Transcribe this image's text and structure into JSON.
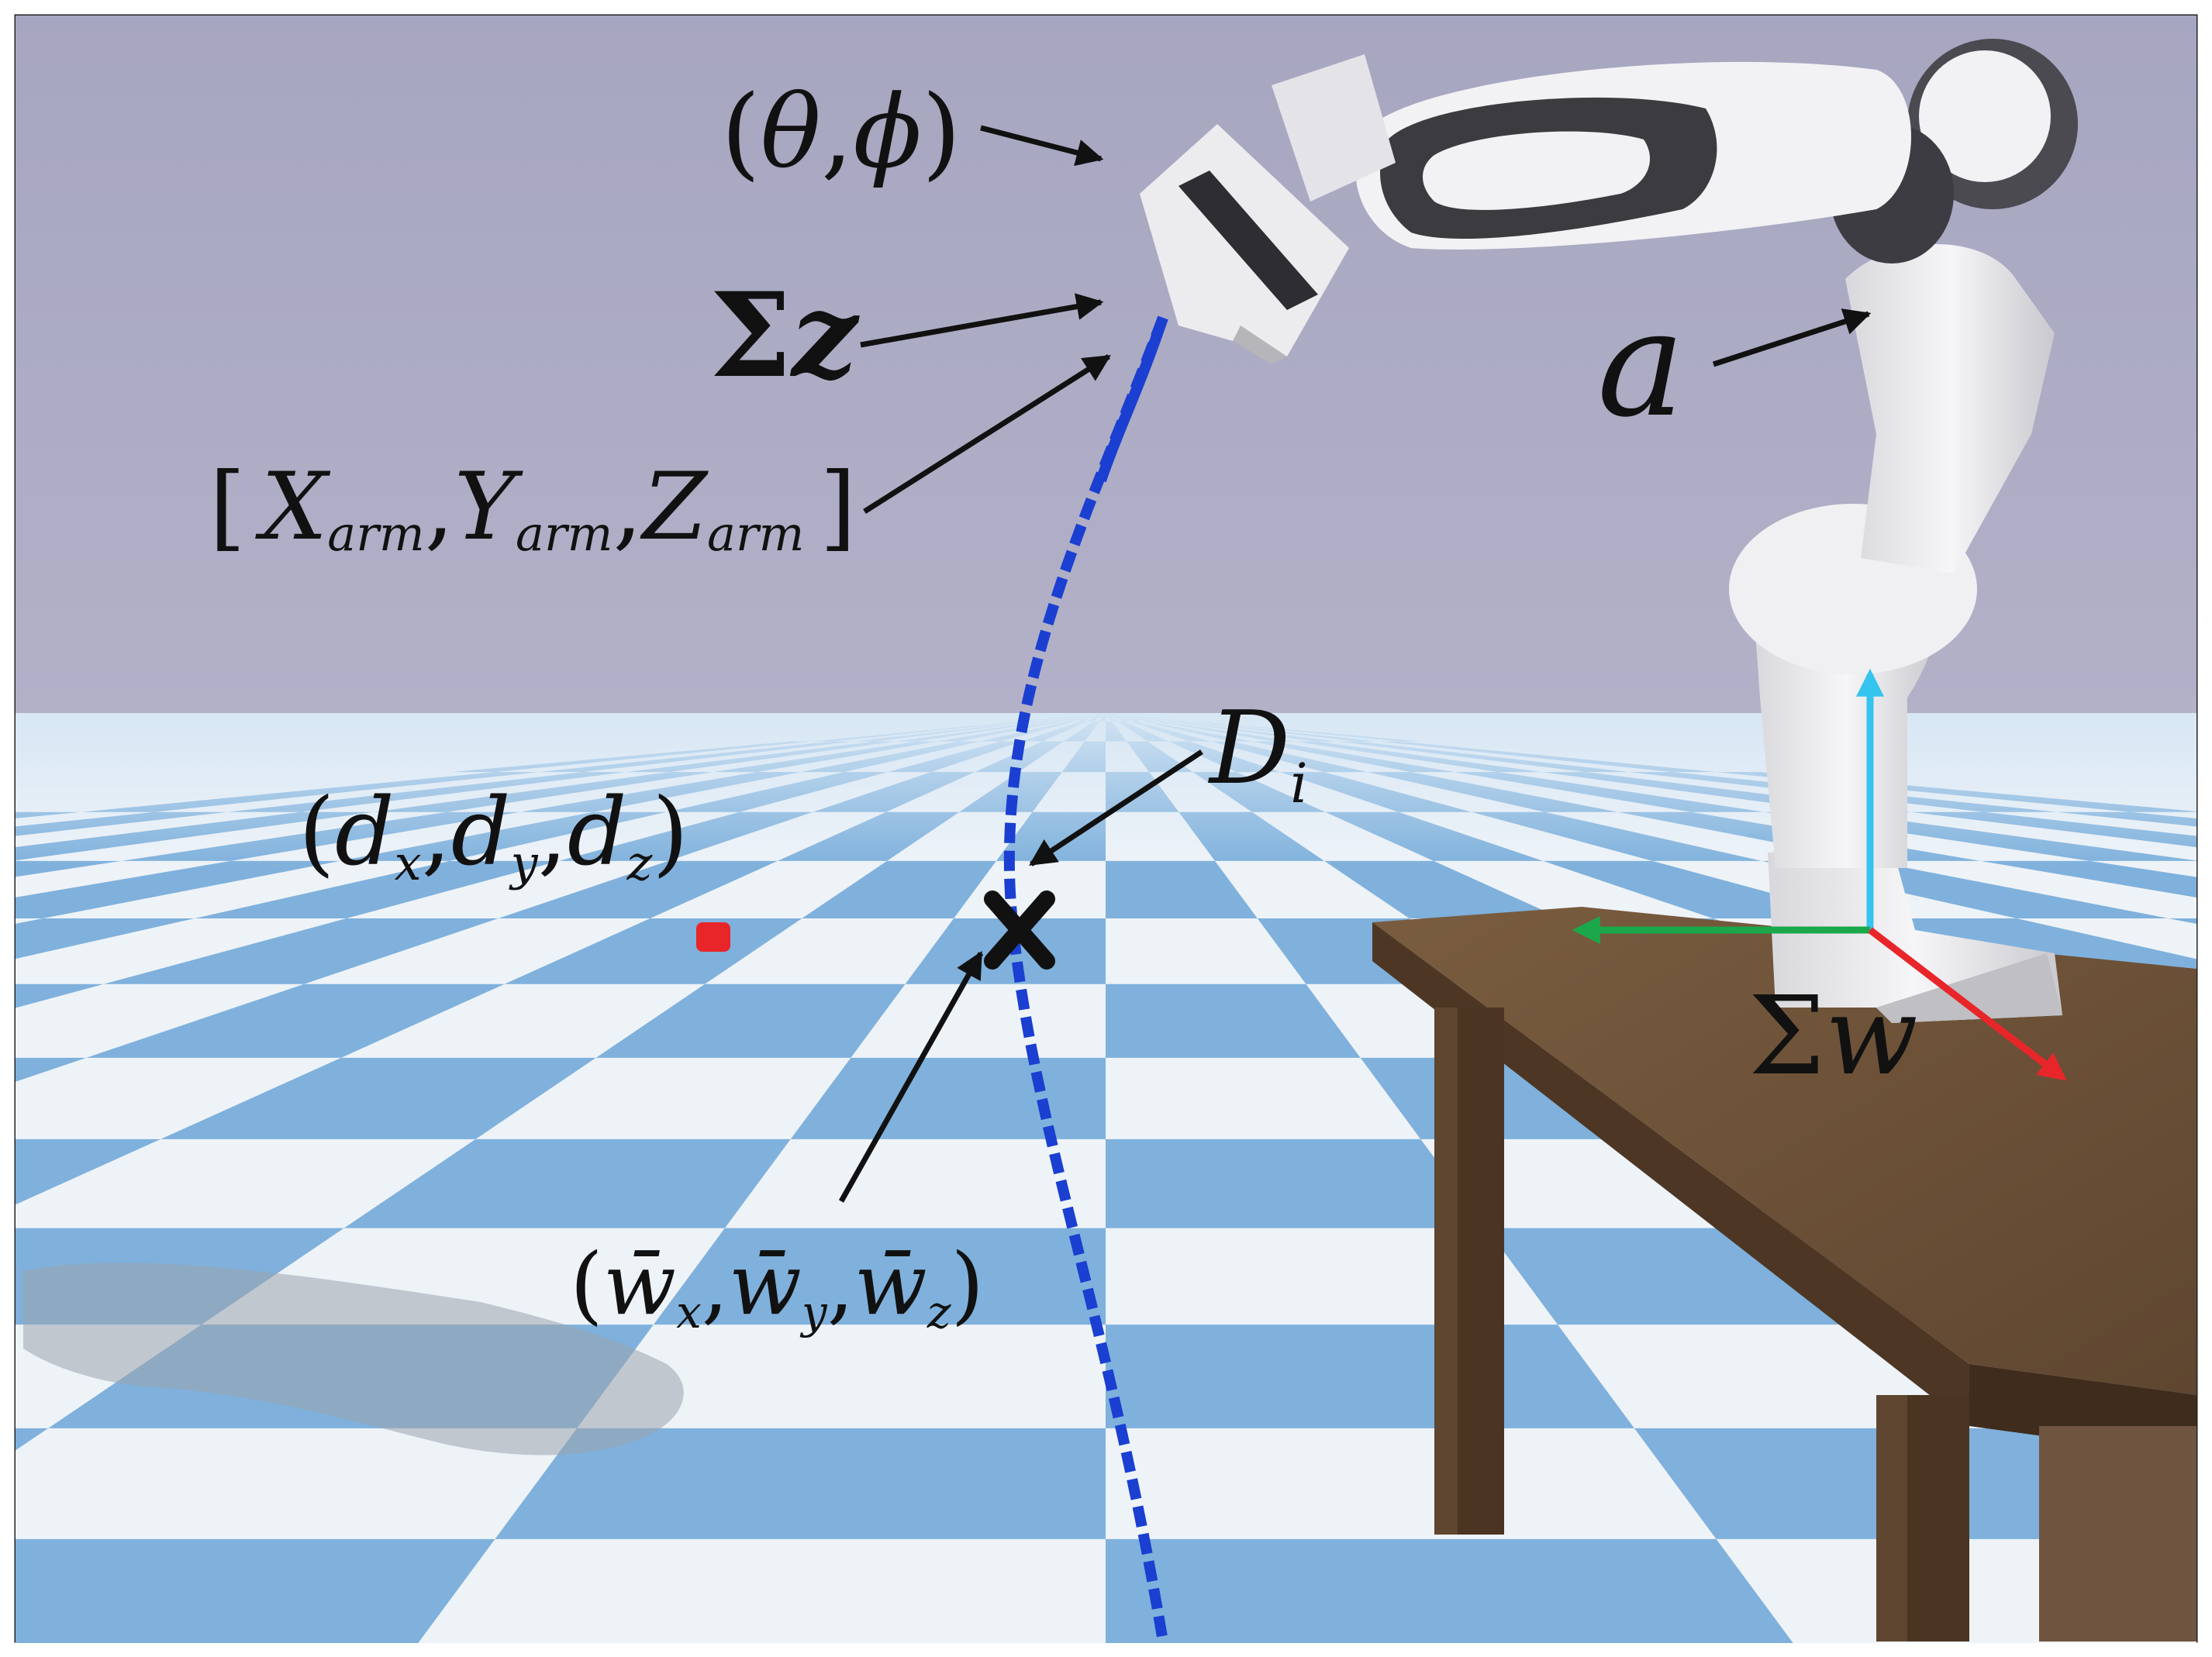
{
  "labels": {
    "orientation": {
      "open": "(",
      "theta": "θ",
      "comma": ",",
      "phi": "ϕ",
      "close": ")"
    },
    "sigma_z": {
      "sigma": "Σ",
      "var": "z"
    },
    "arm_position": {
      "open": "[",
      "x": "X",
      "x_sub": "arm",
      "y": "Y",
      "y_sub": "arm",
      "z": "Z",
      "z_sub": "arm",
      "sep": ",",
      "close": "]"
    },
    "action": "a",
    "d_i": {
      "var": "D",
      "sub": "i"
    },
    "target": {
      "open": "(",
      "x": "d",
      "x_sub": "x",
      "y": "d",
      "y_sub": "y",
      "z": "d",
      "z_sub": "z",
      "sep": ",",
      "close": ")"
    },
    "sigma_w": {
      "sigma": "Σ",
      "var": "w"
    },
    "predicted": {
      "open": "(",
      "x": "w̄",
      "x_sub": "x",
      "y": "w̄",
      "y_sub": "y",
      "z": "w̄",
      "z_sub": "z",
      "sep": ",",
      "close": ")"
    }
  },
  "colors": {
    "sky": "#a9a8c2",
    "floor_blue": "#7fb1dc",
    "floor_white": "#eef3f8",
    "trajectory": "#1a3fd1",
    "target_dot": "#e8262a",
    "table": "#6a5037",
    "axis_x": "#e8262a",
    "axis_y": "#1aa84a",
    "axis_z": "#35c4ee"
  }
}
